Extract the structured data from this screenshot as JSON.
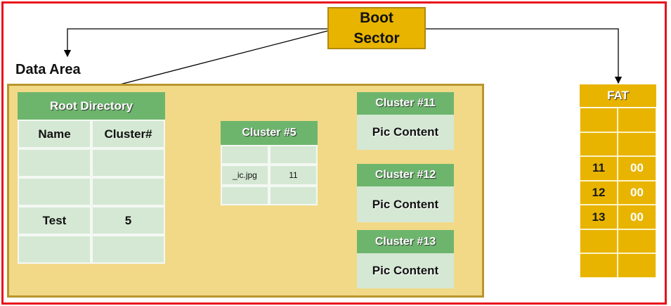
{
  "boot_sector": {
    "line1": "Boot",
    "line2": "Sector"
  },
  "data_area": {
    "label": "Data Area"
  },
  "root_directory": {
    "title": "Root Directory",
    "headers": [
      "Name",
      "Cluster#"
    ],
    "rows": [
      [
        "",
        ""
      ],
      [
        "",
        ""
      ],
      [
        "Test",
        "5"
      ],
      [
        "",
        ""
      ]
    ]
  },
  "cluster5": {
    "title": "Cluster #5",
    "rows": [
      [
        "",
        ""
      ],
      [
        "_ic.jpg",
        "11"
      ],
      [
        "",
        ""
      ]
    ]
  },
  "clusters": [
    {
      "title": "Cluster #11",
      "content": "Pic Content"
    },
    {
      "title": "Cluster #12",
      "content": "Pic Content"
    },
    {
      "title": "Cluster #13",
      "content": "Pic Content"
    }
  ],
  "fat": {
    "title": "FAT",
    "rows": [
      [
        "",
        ""
      ],
      [
        "",
        ""
      ],
      [
        "11",
        "00"
      ],
      [
        "12",
        "00"
      ],
      [
        "13",
        "00"
      ],
      [
        "",
        ""
      ],
      [
        "",
        ""
      ]
    ]
  },
  "colors": {
    "border_red": "#e8101a",
    "gold": "#e8b400",
    "green": "#6db56d",
    "light_green": "#d5e8d4",
    "area": "#f2d987"
  }
}
